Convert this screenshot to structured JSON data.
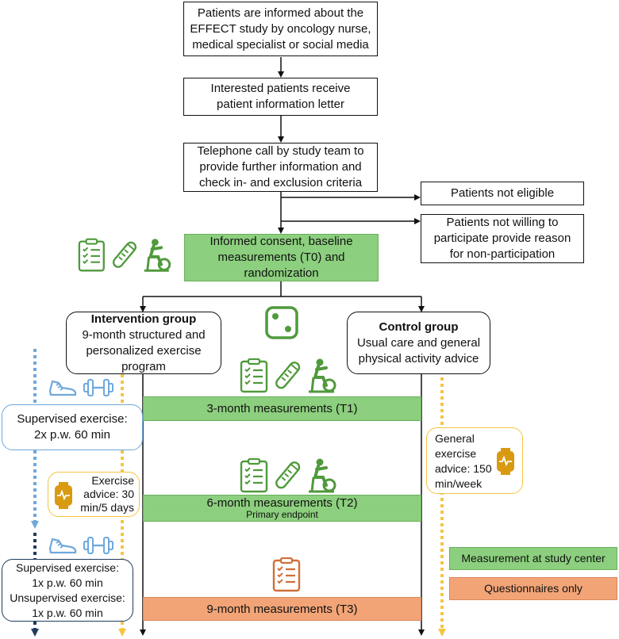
{
  "flow": {
    "step1": "Patients are informed about the\nEFFECT study by oncology nurse,\nmedical specialist or social media",
    "step2": "Interested patients receive\npatient information letter",
    "step3": "Telephone call by study team to\nprovide further information and\ncheck in- and exclusion criteria",
    "not_eligible": "Patients not eligible",
    "not_willing": "Patients not willing to\nparticipate provide reason\nfor non-participation",
    "baseline": "Informed consent, baseline\nmeasurements (T0) and\nrandomization"
  },
  "groups": {
    "intervention_title": "Intervention group",
    "intervention_desc": "9-month structured and\npersonalized exercise\nprogram",
    "control_title": "Control group",
    "control_desc": "Usual care and general\nphysical activity advice"
  },
  "measurements": {
    "t1": "3-month measurements (T1)",
    "t2": "6-month measurements (T2)",
    "t2_note": "Primary endpoint",
    "t3": "9-month measurements (T3)"
  },
  "intervention": {
    "supervised_1": "Supervised exercise:\n2x p.w. 60 min",
    "exercise_advice": "Exercise\nadvice: 30\nmin/5 days",
    "supervised_2": "Supervised exercise:\n1x p.w. 60 min\nUnsupervised exercise:\n1x p.w. 60 min"
  },
  "control": {
    "general_advice": "General\nexercise\nadvice: 150\nmin/week"
  },
  "legend": {
    "center": "Measurement at study center",
    "questionnaires": "Questionnaires only"
  },
  "colors": {
    "green_fill": "#8ccf7e",
    "green_icon": "#4f9a3c",
    "orange_fill": "#f2a477",
    "orange_icon": "#cf6f3a",
    "light_blue": "#6fa8dc",
    "navy": "#1f3b5c",
    "yellow": "#f5c542",
    "watch_gold": "#d89a10"
  },
  "icons": [
    "clipboard-icon",
    "test-tube-icon",
    "exercise-bike-icon",
    "dice-icon",
    "running-shoe-icon",
    "dumbbell-icon",
    "smartwatch-icon"
  ]
}
